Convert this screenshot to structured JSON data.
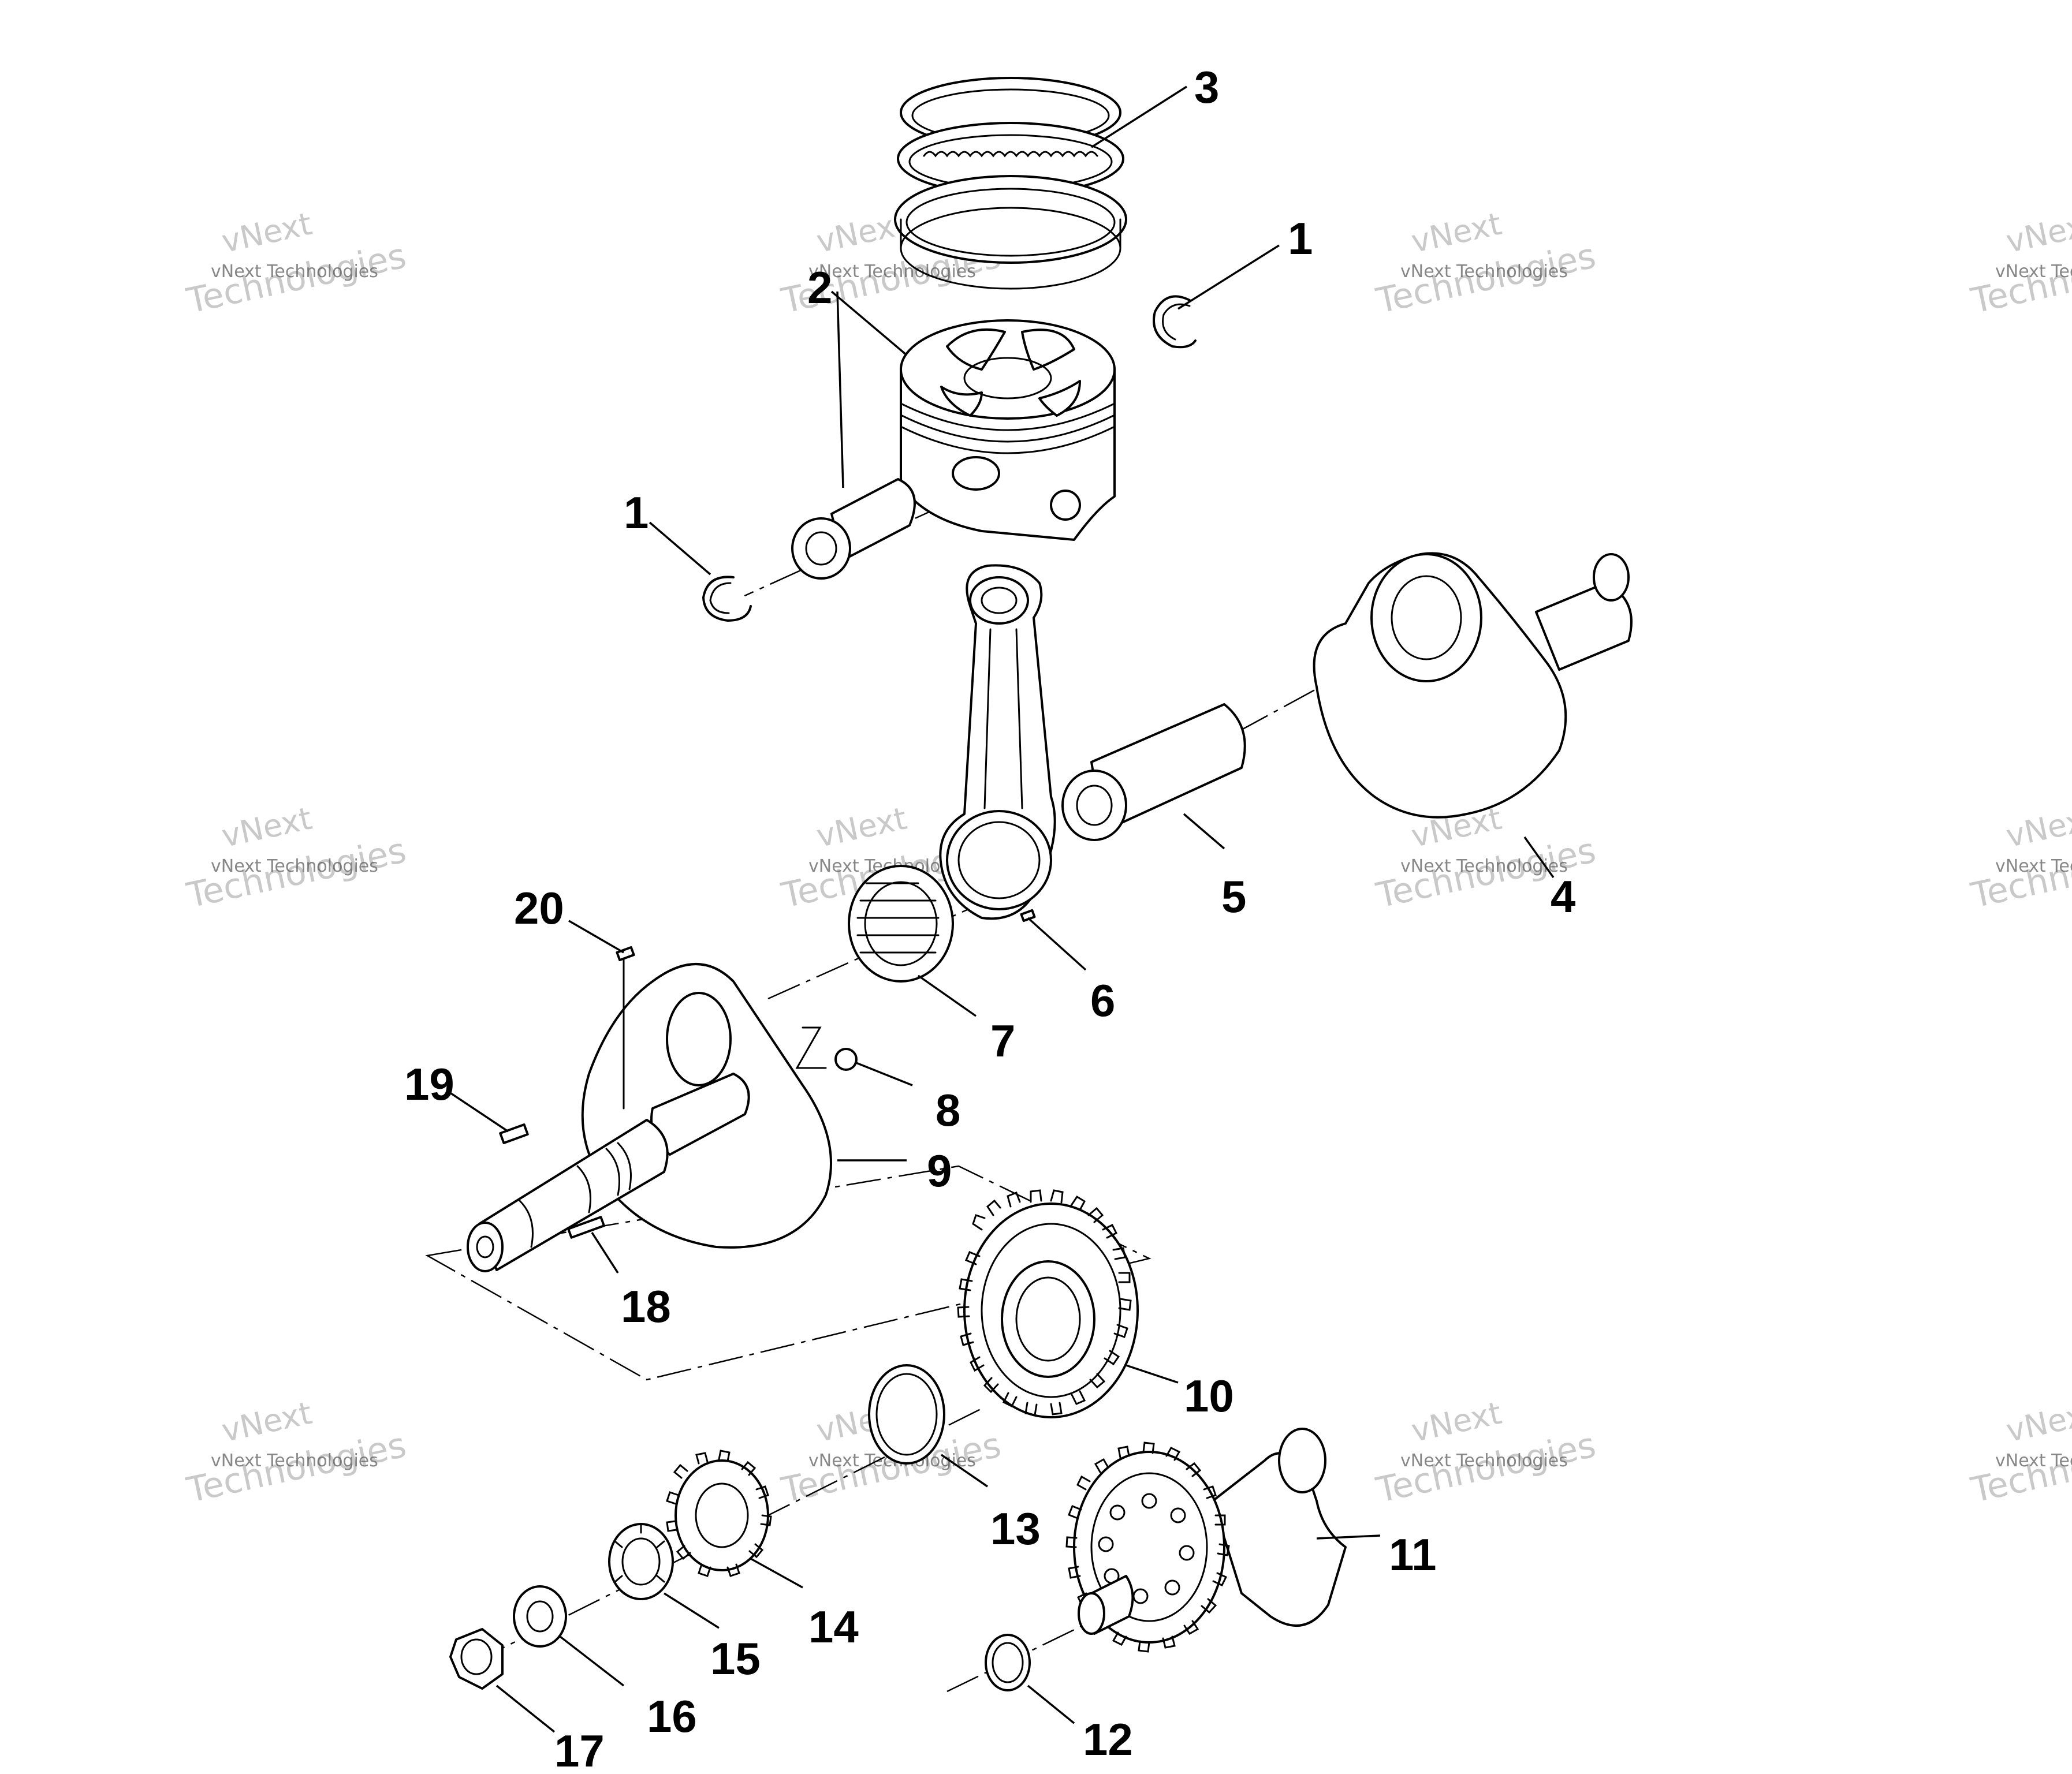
{
  "watermark": {
    "brand": "vNext",
    "text": "vNext Technologies",
    "company": "Technologies"
  },
  "callouts": {
    "c1a": "1",
    "c1b": "1",
    "c2": "2",
    "c3": "3",
    "c4": "4",
    "c5": "5",
    "c6": "6",
    "c7": "7",
    "c8": "8",
    "c9": "9",
    "c10": "10",
    "c11": "11",
    "c12": "12",
    "c13": "13",
    "c14": "14",
    "c15": "15",
    "c16": "16",
    "c17": "17",
    "c18": "18",
    "c19": "19",
    "c20": "20"
  }
}
